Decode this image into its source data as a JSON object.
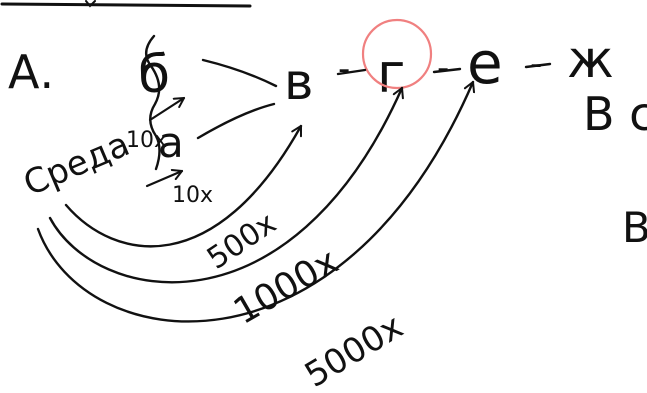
{
  "diagram": {
    "label_a": "А.",
    "node_b": "б",
    "node_a": "а",
    "node_v": "в",
    "node_g": "г",
    "node_e": "е",
    "node_zh": "ж",
    "dash_1": "-",
    "dash_2": "-",
    "dash_3": "-",
    "environment": "Среда",
    "factor_10_top": "10х",
    "factor_10_bottom": "10х",
    "factor_500": "500х",
    "factor_1000": "1000х",
    "factor_5000": "5000х",
    "right_cut_1": "В с",
    "right_cut_2": "В",
    "highlight_color": "#f08080",
    "ink_color": "#111111"
  }
}
